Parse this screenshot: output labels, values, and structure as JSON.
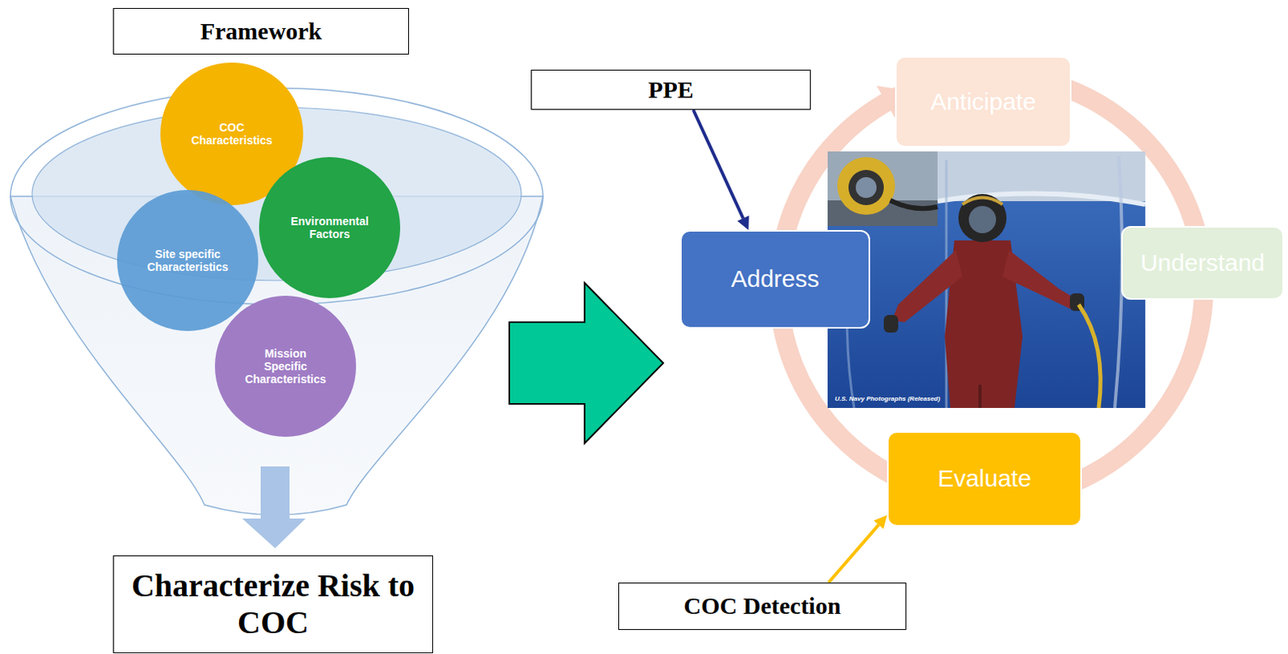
{
  "diagram": {
    "nodes": [
      {
        "text": [
          "Framework"
        ]
      },
      {
        "text": [
          "COC Characteristics"
        ]
      },
      {
        "text": [
          "Environmental Factors"
        ]
      },
      {
        "text": [
          "Site specific Characteristics"
        ]
      },
      {
        "text": [
          "Mission Specific Characteristics"
        ]
      },
      {
        "text": [
          "Characterize Risk to COC"
        ]
      },
      {
        "text": [
          "PPE"
        ]
      },
      {
        "text": [
          "Anticipate"
        ]
      },
      {
        "text": [
          "Understand"
        ]
      },
      {
        "text": [
          "Address"
        ]
      },
      {
        "text": [
          "Evaluate"
        ]
      },
      {
        "text": [
          "COC Detection"
        ]
      }
    ],
    "edges": [
      {
        "from": 6,
        "to": 9,
        "arrow": "to"
      },
      {
        "from": 11,
        "to": 10,
        "arrow": "to"
      }
    ],
    "labels": [
      "U.S. Navy Photographs (Released)"
    ]
  }
}
